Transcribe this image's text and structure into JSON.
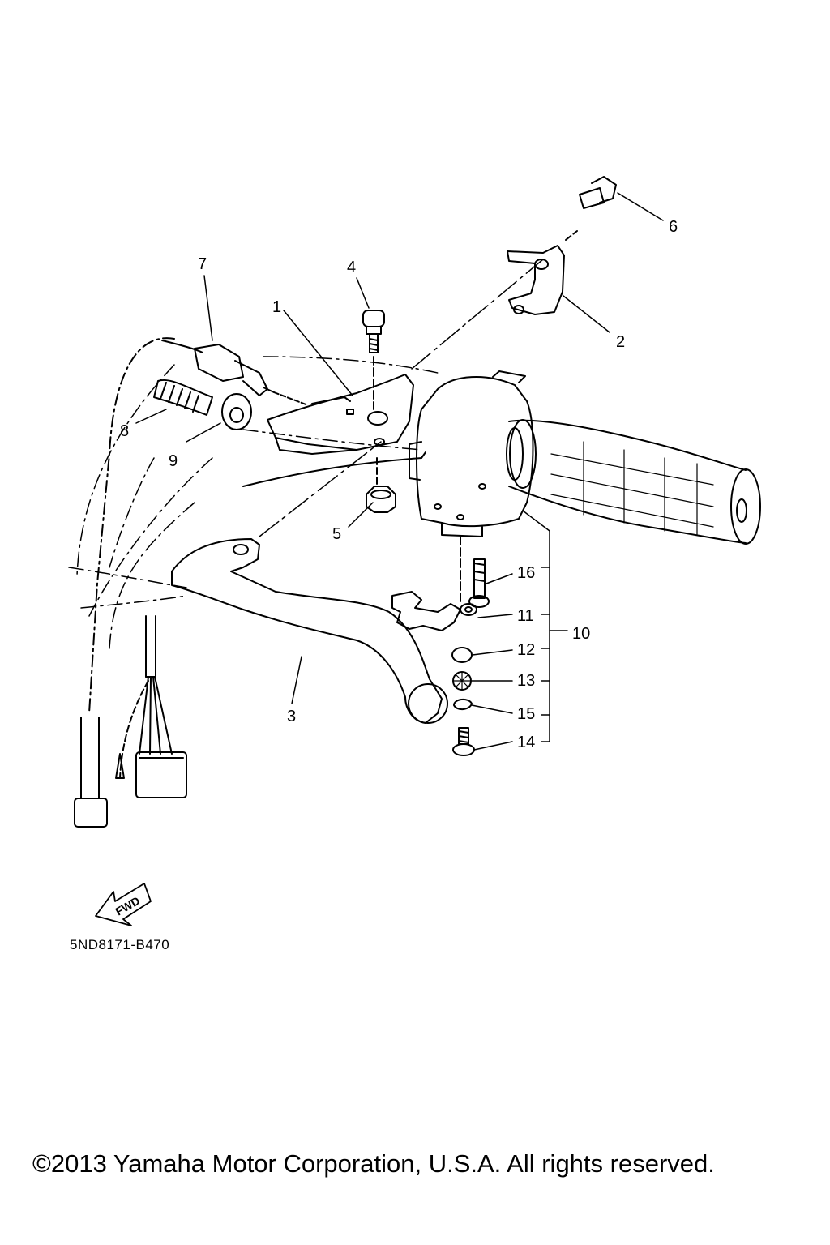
{
  "diagram": {
    "callouts": {
      "c1": "1",
      "c2": "2",
      "c3": "3",
      "c4": "4",
      "c5": "5",
      "c6": "6",
      "c7": "7",
      "c8": "8",
      "c9": "9",
      "c10": "10",
      "c11": "11",
      "c12": "12",
      "c13": "13",
      "c14": "14",
      "c15": "15",
      "c16": "16"
    },
    "fwd_label": "FWD",
    "diagram_code": "5ND8171-B470"
  },
  "footer": {
    "copyright": "©2013 Yamaha Motor Corporation, U.S.A. All rights reserved."
  },
  "colors": {
    "line": "#000000",
    "background": "#ffffff"
  }
}
